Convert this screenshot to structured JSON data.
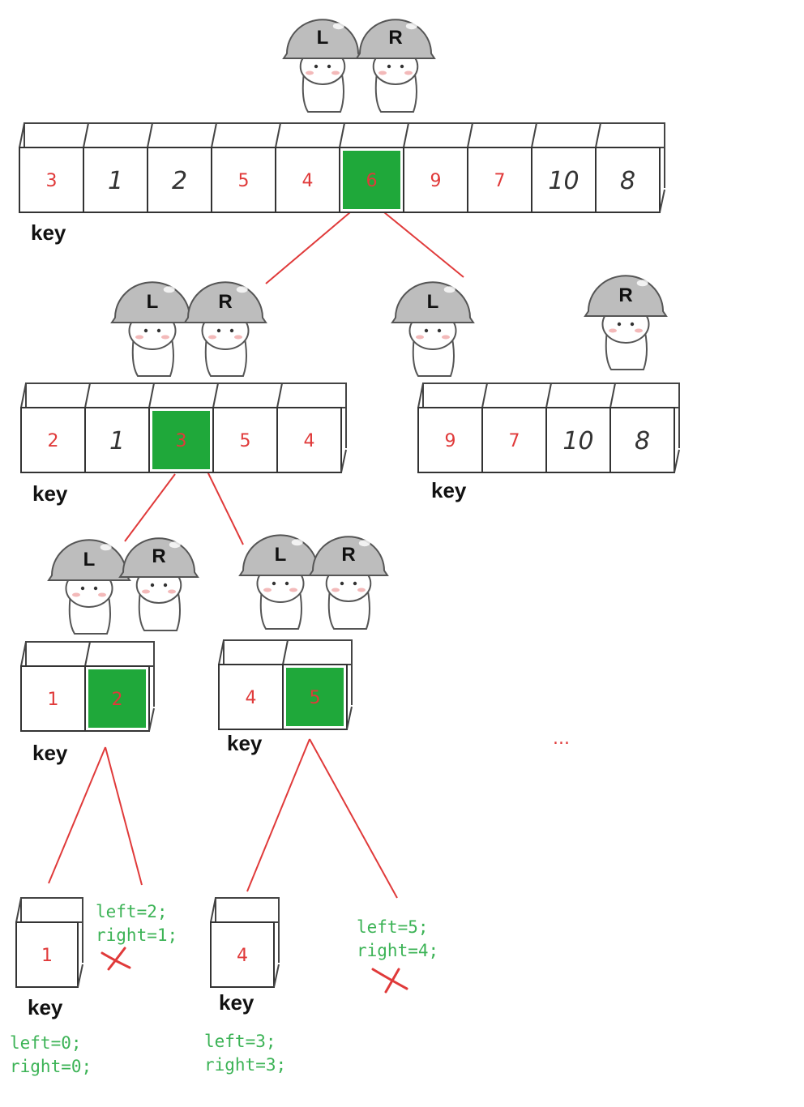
{
  "colors": {
    "pivot_fill": "#1fa83a",
    "red_number": "#e03a3a",
    "dark_number": "#333333",
    "code_green": "#3cb356",
    "edge_red": "#e03a3a",
    "helmet": "#bdbdbd"
  },
  "labels": {
    "key": "key",
    "pointer_left": "L",
    "pointer_right": "R",
    "ellipsis": "..."
  },
  "arrays": {
    "level0": [
      {
        "v": "3",
        "red": true
      },
      {
        "v": "1",
        "red": false
      },
      {
        "v": "2",
        "red": false
      },
      {
        "v": "5",
        "red": true
      },
      {
        "v": "4",
        "red": true
      },
      {
        "v": "6",
        "red": true,
        "pivot": true
      },
      {
        "v": "9",
        "red": true
      },
      {
        "v": "7",
        "red": true
      },
      {
        "v": "10",
        "red": false
      },
      {
        "v": "8",
        "red": false
      }
    ],
    "level1_left": [
      {
        "v": "2",
        "red": true
      },
      {
        "v": "1",
        "red": false
      },
      {
        "v": "3",
        "red": true,
        "pivot": true
      },
      {
        "v": "5",
        "red": true
      },
      {
        "v": "4",
        "red": true
      }
    ],
    "level1_right": [
      {
        "v": "9",
        "red": true
      },
      {
        "v": "7",
        "red": true
      },
      {
        "v": "10",
        "red": false
      },
      {
        "v": "8",
        "red": false
      }
    ],
    "level2_left": [
      {
        "v": "1",
        "red": true
      },
      {
        "v": "2",
        "red": true,
        "pivot": true
      }
    ],
    "level2_right": [
      {
        "v": "4",
        "red": true
      },
      {
        "v": "5",
        "red": true,
        "pivot": true
      }
    ],
    "level3_left": [
      {
        "v": "1",
        "red": true
      }
    ],
    "level3_right": [
      {
        "v": "4",
        "red": true
      }
    ]
  },
  "annotations": {
    "left_left0": "left=0;",
    "left_right0": "right=0;",
    "cross1_left": "left=2;",
    "cross1_right": "right=1;",
    "mid_left3": "left=3;",
    "mid_right3": "right=3;",
    "cross2_left": "left=5;",
    "cross2_right": "right=4;"
  }
}
